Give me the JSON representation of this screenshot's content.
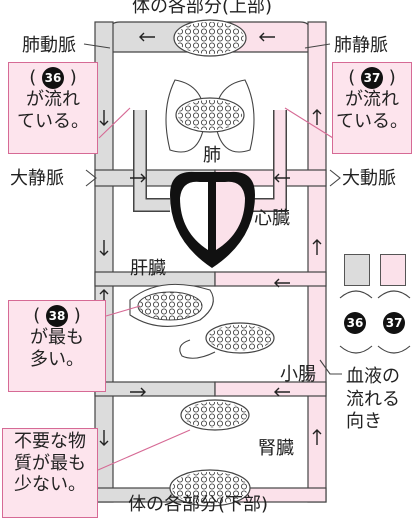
{
  "titles": {
    "top": "体の各部分(上部)",
    "bottom": "体の各部分(下部)"
  },
  "organs": {
    "lung": "肺",
    "heart": "心臓",
    "liver": "肝臓",
    "small_intestine": "小腸",
    "kidney": "腎臓"
  },
  "vessels": {
    "pulmonary_artery": "肺動脈",
    "pulmonary_vein": "肺静脈",
    "vena_cava": "大静脈",
    "aorta": "大動脈"
  },
  "blanks": {
    "b36": {
      "open": "(",
      "num": "36",
      "close": ")",
      "line2": "が流れ",
      "line3": "ている。"
    },
    "b37": {
      "open": "(",
      "num": "37",
      "close": ")",
      "line2": "が流れ",
      "line3": "ている。"
    },
    "b38": {
      "open": "(",
      "num": "38",
      "close": ")",
      "line2": "が最も",
      "line3": "多い。"
    },
    "b39": {
      "line1": "不要な物",
      "line2": "質が最も",
      "line3": "少ない。"
    }
  },
  "legend": {
    "num_a": "36",
    "num_b": "37",
    "flow_line1": "血液の",
    "flow_line2": "流れる",
    "flow_line3": "向き"
  },
  "colors": {
    "venous": "#dcdcdc",
    "arterial": "#fbe1ea",
    "box_fill": "#fde4ed",
    "box_border": "#d66a95",
    "outline": "#444444"
  }
}
